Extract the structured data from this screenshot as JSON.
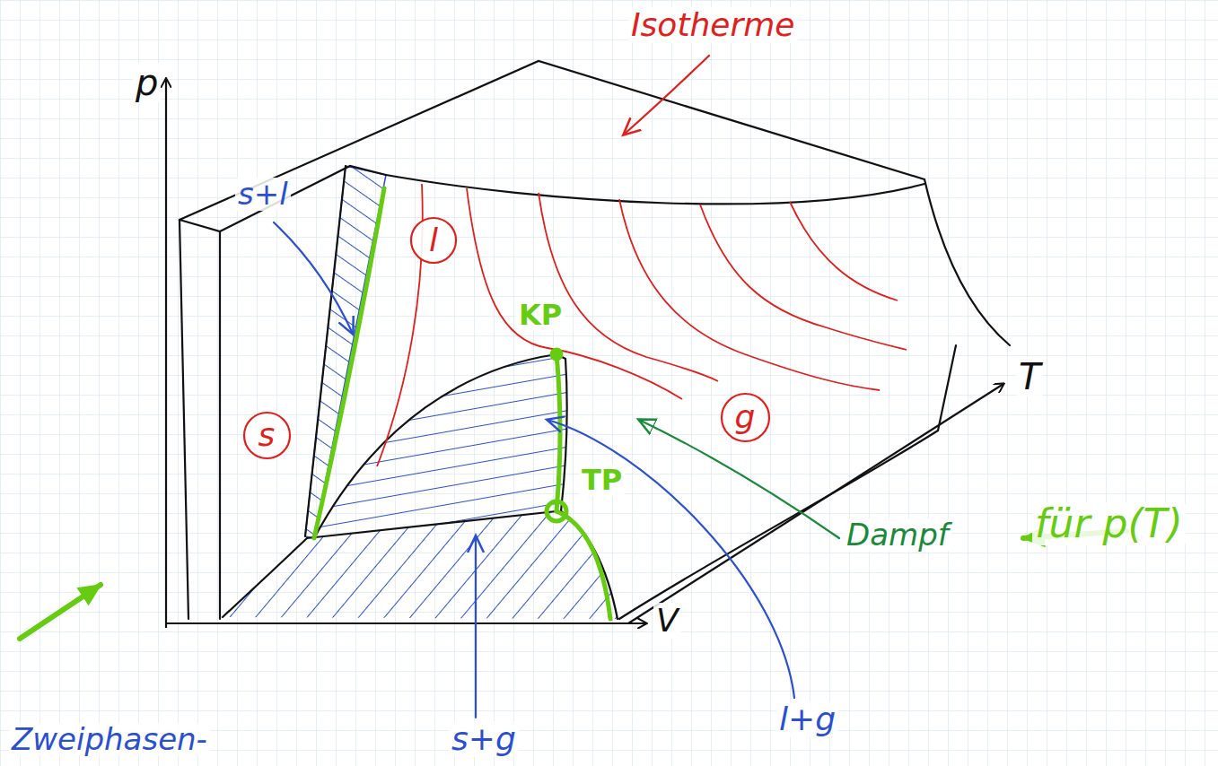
{
  "diagram": {
    "nodes": [
      {
        "text": [
          "s"
        ]
      },
      {
        "text": [
          "l"
        ]
      },
      {
        "text": [
          "g"
        ]
      }
    ],
    "labels": [
      "Isotherme",
      "p",
      "T",
      "V",
      "s+l",
      "KP",
      "TP",
      "Dampf",
      "für p(T)",
      "l+g",
      "s+g",
      "Zweiphasen-"
    ]
  }
}
